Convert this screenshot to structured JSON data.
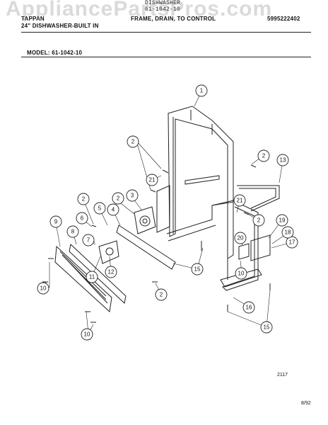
{
  "header": {
    "title_line1": "DISHWASHER",
    "title_line2": "61-1042-10",
    "brand_line1": "TAPPAN",
    "brand_line2": "24\" DISHWASHER-BUILT IN",
    "section": "FRAME, DRAIN, TO CONTROL",
    "part_number": "5995222402"
  },
  "watermark": "AppliancePartsPros.com",
  "model": {
    "label": "MODEL:",
    "value": "61-1042-10"
  },
  "callouts": [
    "1",
    "2",
    "2",
    "2",
    "2",
    "2",
    "2",
    "2",
    "3",
    "4",
    "5",
    "6",
    "7",
    "8",
    "9",
    "10",
    "10",
    "10",
    "10",
    "11",
    "12",
    "13",
    "15",
    "15",
    "15",
    "16",
    "17",
    "18",
    "19",
    "20",
    "21",
    "21"
  ],
  "footer": {
    "figure_number": "2117",
    "date": "8/92"
  }
}
